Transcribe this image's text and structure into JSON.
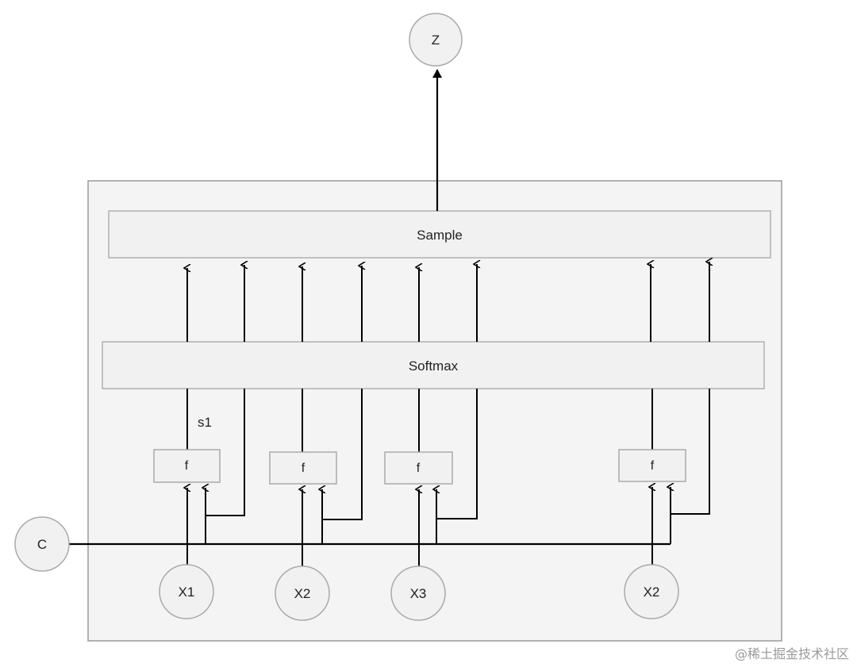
{
  "nodes": {
    "z": "Z",
    "c": "C",
    "x1": "X1",
    "x2": "X2",
    "x3": "X3",
    "x2b": "X2"
  },
  "layers": {
    "sample": "Sample",
    "softmax": "Softmax"
  },
  "functions": [
    "f",
    "f",
    "f",
    "f"
  ],
  "edge_label": "s1",
  "watermark": "@稀土掘金技术社区"
}
